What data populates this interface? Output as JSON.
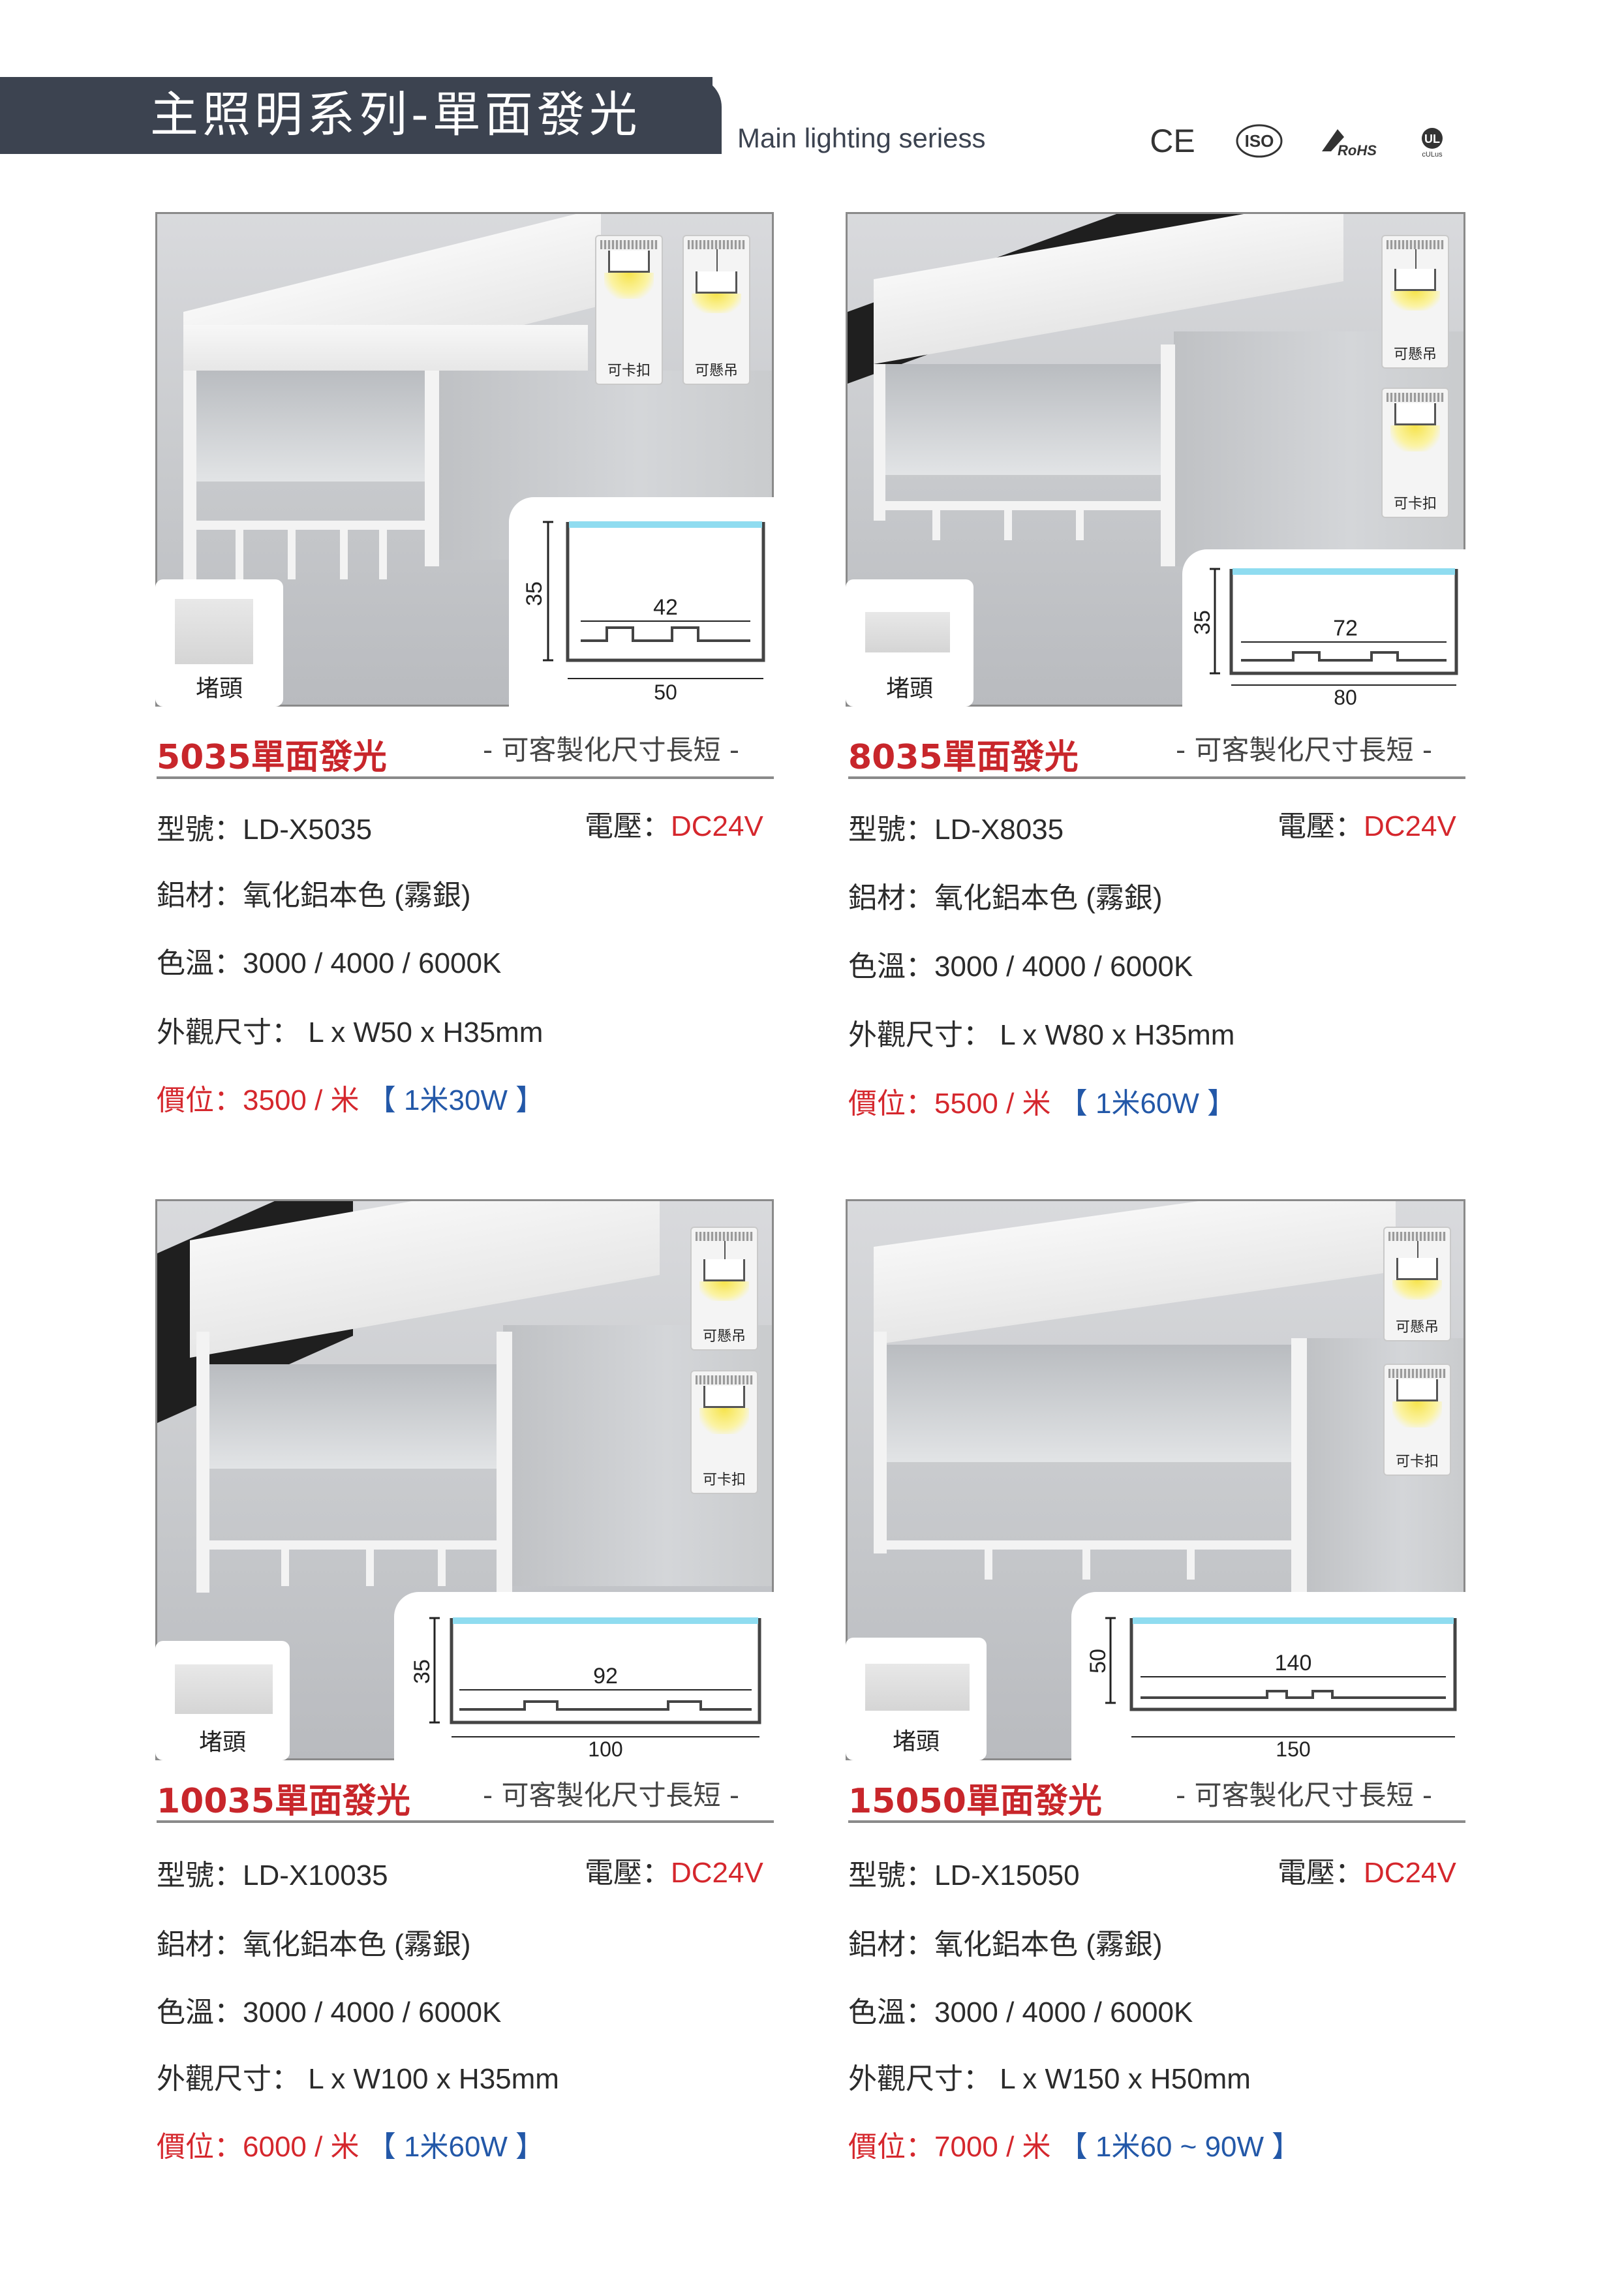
{
  "header": {
    "title": "主照明系列-單面發光",
    "subtitle": "Main lighting seriess",
    "certifications": [
      "CE",
      "ISO",
      "RoHS",
      "cULus"
    ]
  },
  "mount_labels": {
    "clip": "可卡扣",
    "hang": "可懸吊",
    "end_cap": "堵頭"
  },
  "products": [
    {
      "title": "5035單面發光",
      "note": "- 可客製化尺寸長短 -",
      "model_label": "型號：",
      "model": "LD-X5035",
      "voltage_label": "電壓：",
      "voltage": "DC24V",
      "material": "鋁材：氧化鋁本色 (霧銀)",
      "color_temp": "色溫：3000 / 4000 / 6000K",
      "size_label": "外觀尺寸：",
      "size": "L x W50 x H35mm",
      "price": "價位：3500 / 米",
      "power": "【 1米30W 】",
      "dims": {
        "height": "35",
        "inner_width": "42",
        "outer_width": "50"
      }
    },
    {
      "title": "8035單面發光",
      "note": "- 可客製化尺寸長短 -",
      "model_label": "型號：",
      "model": "LD-X8035",
      "voltage_label": "電壓：",
      "voltage": "DC24V",
      "material": "鋁材：氧化鋁本色 (霧銀)",
      "color_temp": "色溫：3000 / 4000 / 6000K",
      "size_label": "外觀尺寸：",
      "size": "L x W80 x H35mm",
      "price": "價位：5500 / 米",
      "power": "【 1米60W 】",
      "dims": {
        "height": "35",
        "inner_width": "72",
        "outer_width": "80"
      }
    },
    {
      "title": "10035單面發光",
      "note": "- 可客製化尺寸長短 -",
      "model_label": "型號：",
      "model": "LD-X10035",
      "voltage_label": "電壓：",
      "voltage": "DC24V",
      "material": "鋁材：氧化鋁本色 (霧銀)",
      "color_temp": "色溫：3000 / 4000 / 6000K",
      "size_label": "外觀尺寸：",
      "size": "L x W100 x H35mm",
      "price": "價位：6000 / 米",
      "power": "【 1米60W 】",
      "dims": {
        "height": "35",
        "inner_width": "92",
        "outer_width": "100"
      }
    },
    {
      "title": "15050單面發光",
      "note": "- 可客製化尺寸長短 -",
      "model_label": "型號：",
      "model": "LD-X15050",
      "voltage_label": "電壓：",
      "voltage": "DC24V",
      "material": "鋁材：氧化鋁本色 (霧銀)",
      "color_temp": "色溫：3000 / 4000 / 6000K",
      "size_label": "外觀尺寸：",
      "size": "L x W150 x H50mm",
      "price": "價位：7000 / 米",
      "power": "【 1米60 ~ 90W 】",
      "dims": {
        "height": "50",
        "inner_width": "140",
        "outer_width": "150"
      }
    }
  ]
}
